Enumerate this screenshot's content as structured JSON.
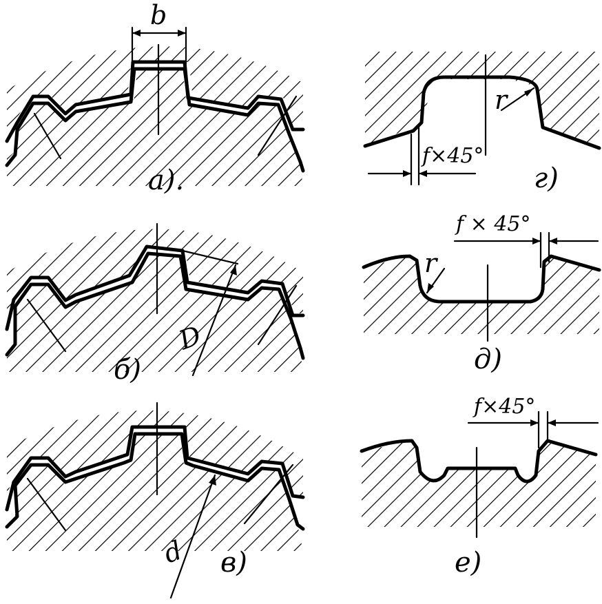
{
  "panels": {
    "a": {
      "label": "а)."
    },
    "b": {
      "label": "б)"
    },
    "v": {
      "label": "в)"
    },
    "g": {
      "label": "г)"
    },
    "d": {
      "label": "д)"
    },
    "e": {
      "label": "е)"
    }
  },
  "dimensions": {
    "width": "b",
    "outer_diameter": "D",
    "inner_diameter": "d",
    "radius": "r",
    "chamfer_g": "f×45°",
    "chamfer_d": "f × 45°",
    "chamfer_e": "f×45°"
  }
}
